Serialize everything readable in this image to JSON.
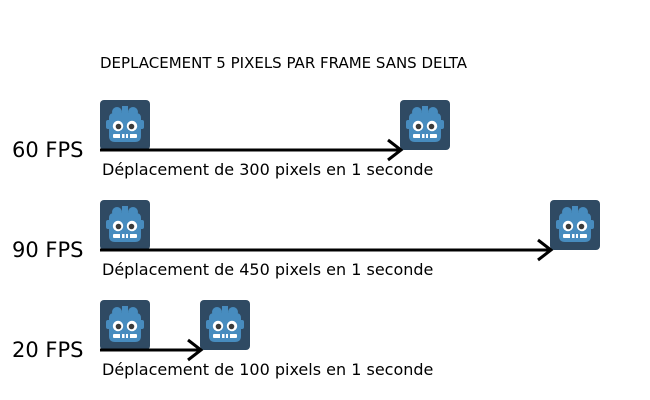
{
  "title": "DEPLACEMENT 5 PIXELS PAR FRAME SANS DELTA",
  "rows": [
    {
      "fps_label": "60 FPS",
      "caption": "Déplacement de 300 pixels en 1 seconde"
    },
    {
      "fps_label": "90 FPS",
      "caption": "Déplacement de 450 pixels en 1 seconde"
    },
    {
      "fps_label": "20 FPS",
      "caption": "Déplacement de 100 pixels en 1 seconde"
    }
  ],
  "icons": {
    "logo": "godot-logo-icon"
  },
  "colors": {
    "logo_bg": "#2f4a63",
    "logo_body": "#478cbf",
    "arrow": "#000000"
  }
}
